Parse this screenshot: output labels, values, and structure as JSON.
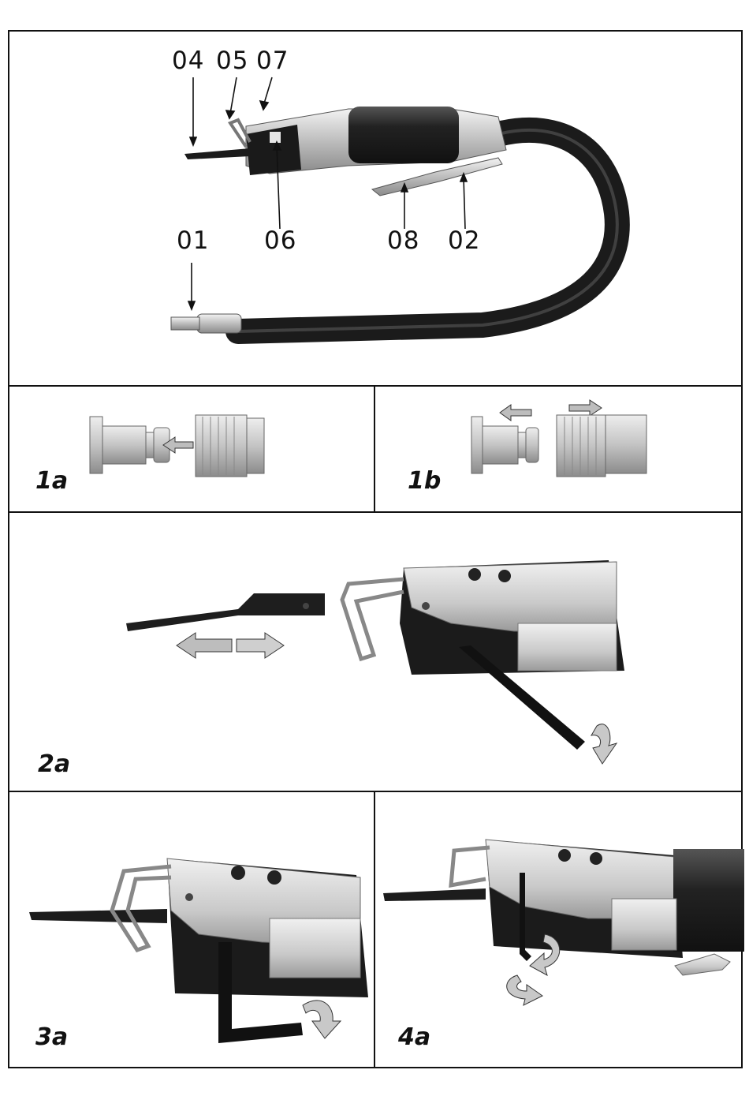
{
  "overview": {
    "callouts": [
      {
        "id": "04",
        "label": "04"
      },
      {
        "id": "05",
        "label": "05"
      },
      {
        "id": "07",
        "label": "07"
      },
      {
        "id": "06",
        "label": "06"
      },
      {
        "id": "01",
        "label": "01"
      },
      {
        "id": "08",
        "label": "08"
      },
      {
        "id": "02",
        "label": "02"
      }
    ]
  },
  "figures": {
    "f1a": "1a",
    "f1b": "1b",
    "f2a": "2a",
    "f3a": "3a",
    "f4a": "4a"
  },
  "colors": {
    "frame": "#111111",
    "metal_light": "#d9d9d9",
    "metal_mid": "#a9a9a9",
    "rubber": "#1c1c1c",
    "arrow_fill": "#bdbdbd"
  }
}
